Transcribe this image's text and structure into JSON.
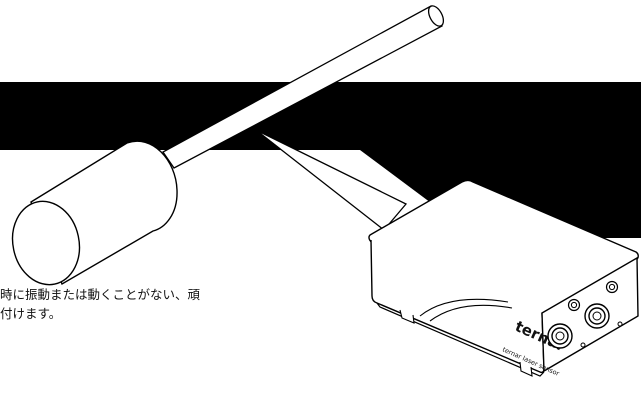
{
  "caption": {
    "line1": "時に振動または動くことがない、頑",
    "line2": "付けます。"
  },
  "device": {
    "logo_text": "ternar",
    "model_text": "ternar laser sensor"
  },
  "colors": {
    "band": "#000000",
    "line": "#000000",
    "background": "#ffffff"
  }
}
